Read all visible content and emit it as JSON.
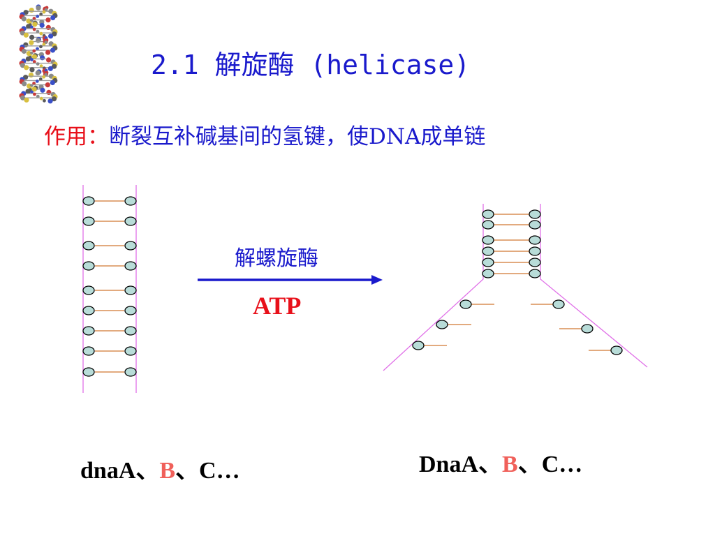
{
  "title": "2.1 解旋酶 (helicase)",
  "function_line": {
    "label": "作用：",
    "text": "断裂互补碱基间的氢键，使DNA成单链"
  },
  "arrow": {
    "enzyme_label": "解螺旋酶",
    "cofactor_label": "ATP"
  },
  "genes_left": {
    "part1": "dnaA、",
    "part2": "B",
    "part3": "、C…"
  },
  "genes_right": {
    "part1": "DnaA、",
    "part2": "B",
    "part3": "、C…"
  },
  "colors": {
    "title_blue": "#1a1acc",
    "red": "#e8101a",
    "backbone_pink": "#e070e8",
    "bond_orange": "#d07830",
    "base_fill": "#b8dcd8"
  }
}
